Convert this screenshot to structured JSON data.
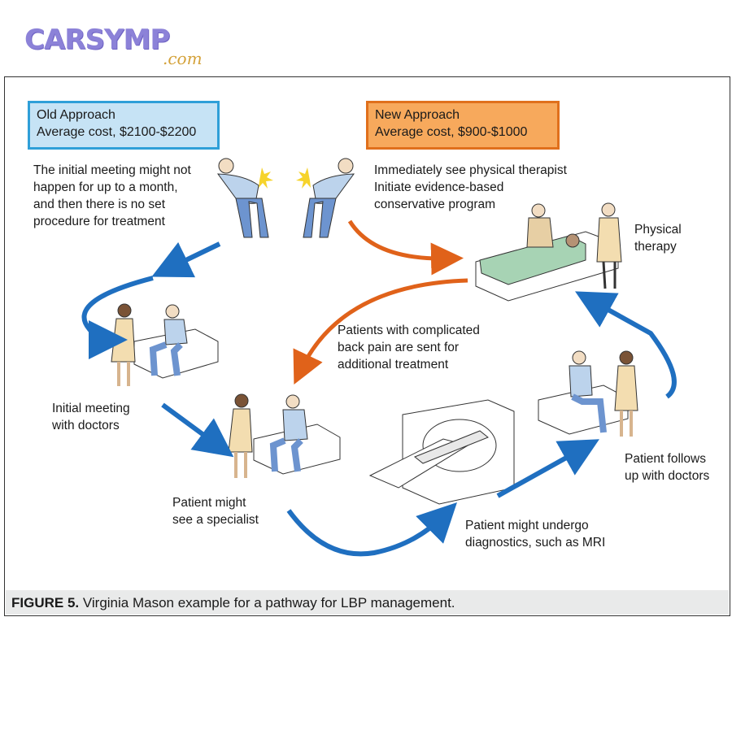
{
  "logo": {
    "main": "CARSYMP",
    "sub": ".com"
  },
  "old_approach": {
    "title": "Old Approach",
    "cost": "Average cost, $2100-$2200",
    "description": [
      "The initial meeting might not",
      "happen for up to a month,",
      "and then there is  no set",
      "procedure for treatment"
    ]
  },
  "new_approach": {
    "title": "New Approach",
    "cost": "Average cost, $900-$1000",
    "description": [
      "Immediately see physical therapist",
      "Initiate evidence-based",
      "conservative program"
    ]
  },
  "labels": {
    "physical_therapy": [
      "Physical",
      "therapy"
    ],
    "complicated": [
      "Patients with complicated",
      "back pain are sent for",
      "additional treatment"
    ],
    "initial_meeting": [
      "Initial meeting",
      "with doctors"
    ],
    "specialist": [
      "Patient might",
      "see a specialist"
    ],
    "diagnostics": [
      "Patient might undergo",
      "diagnostics, such as MRI"
    ],
    "follow_up": [
      "Patient follows",
      "up with doctors"
    ]
  },
  "caption": {
    "label": "FIGURE 5.",
    "text": " Virginia Mason example for a pathway for LBP management."
  },
  "colors": {
    "old_blue": "#2f9fd8",
    "old_fill": "#c6e3f5",
    "new_orange": "#e0701c",
    "new_fill": "#f7a95c",
    "arrow_blue": "#1f6fc0",
    "arrow_orange": "#e0621a",
    "caption_bar": "#e9eaea"
  }
}
